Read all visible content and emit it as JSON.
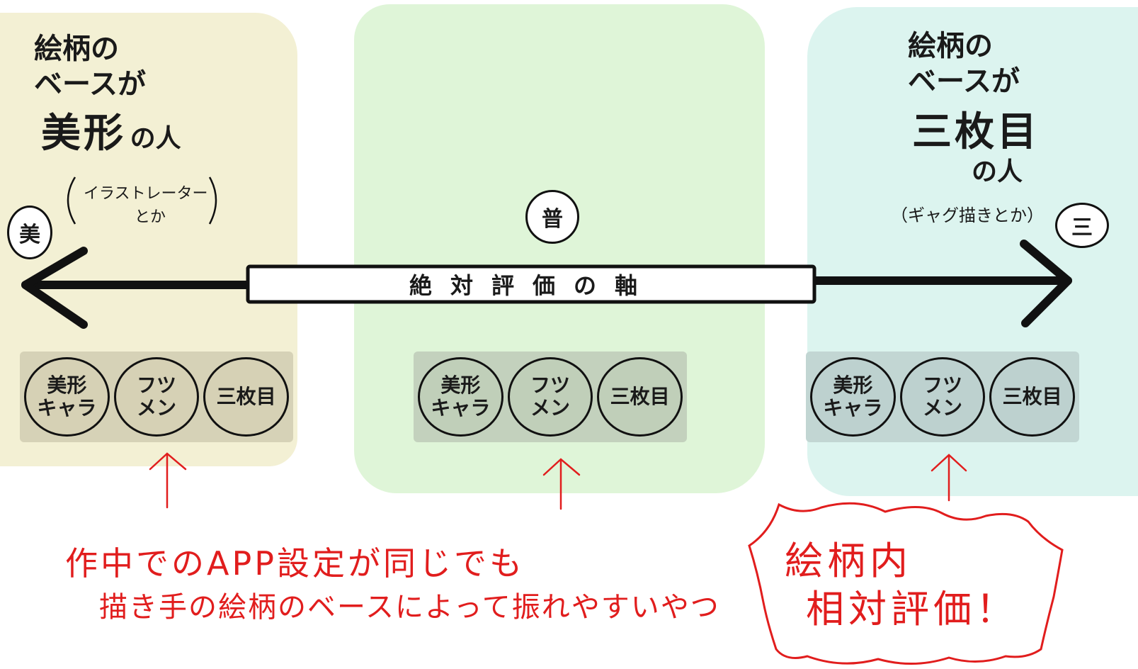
{
  "colors": {
    "left_panel": "#f3f0d4",
    "center_panel": "#dff5d8",
    "right_panel": "#dcf4ef",
    "group_left": "#d6d2b7",
    "group_center": "#c3d1bd",
    "group_right": "#c2d6d3",
    "chip_left": "#d6d1b5",
    "chip_center": "#c0cfb9",
    "chip_right": "#bdd1cf",
    "red": "#e11d1d"
  },
  "left": {
    "line1": "絵柄の",
    "line2": "ベースが",
    "big": "美形",
    "suffix": "の人",
    "note_line1": "イラストレーター",
    "note_line2": "とか",
    "badge": "美"
  },
  "center": {
    "badge": "普"
  },
  "right": {
    "line1": "絵柄の",
    "line2": "ベースが",
    "big": "三枚目",
    "suffix": "の人",
    "note": "（ギャグ描きとか）",
    "badge": "三"
  },
  "axis": {
    "label": "絶対評価の軸"
  },
  "chips": {
    "bikei": "美形\nキャラ",
    "futsumen": "フツ\nメン",
    "sanmaime": "三枚目"
  },
  "bottom": {
    "line1": "作中でのAPP設定が同じでも",
    "line2": "描き手の絵柄のベースによって振れやすいやつ",
    "burst_line1": "絵柄内",
    "burst_line2": "相対評価！"
  }
}
